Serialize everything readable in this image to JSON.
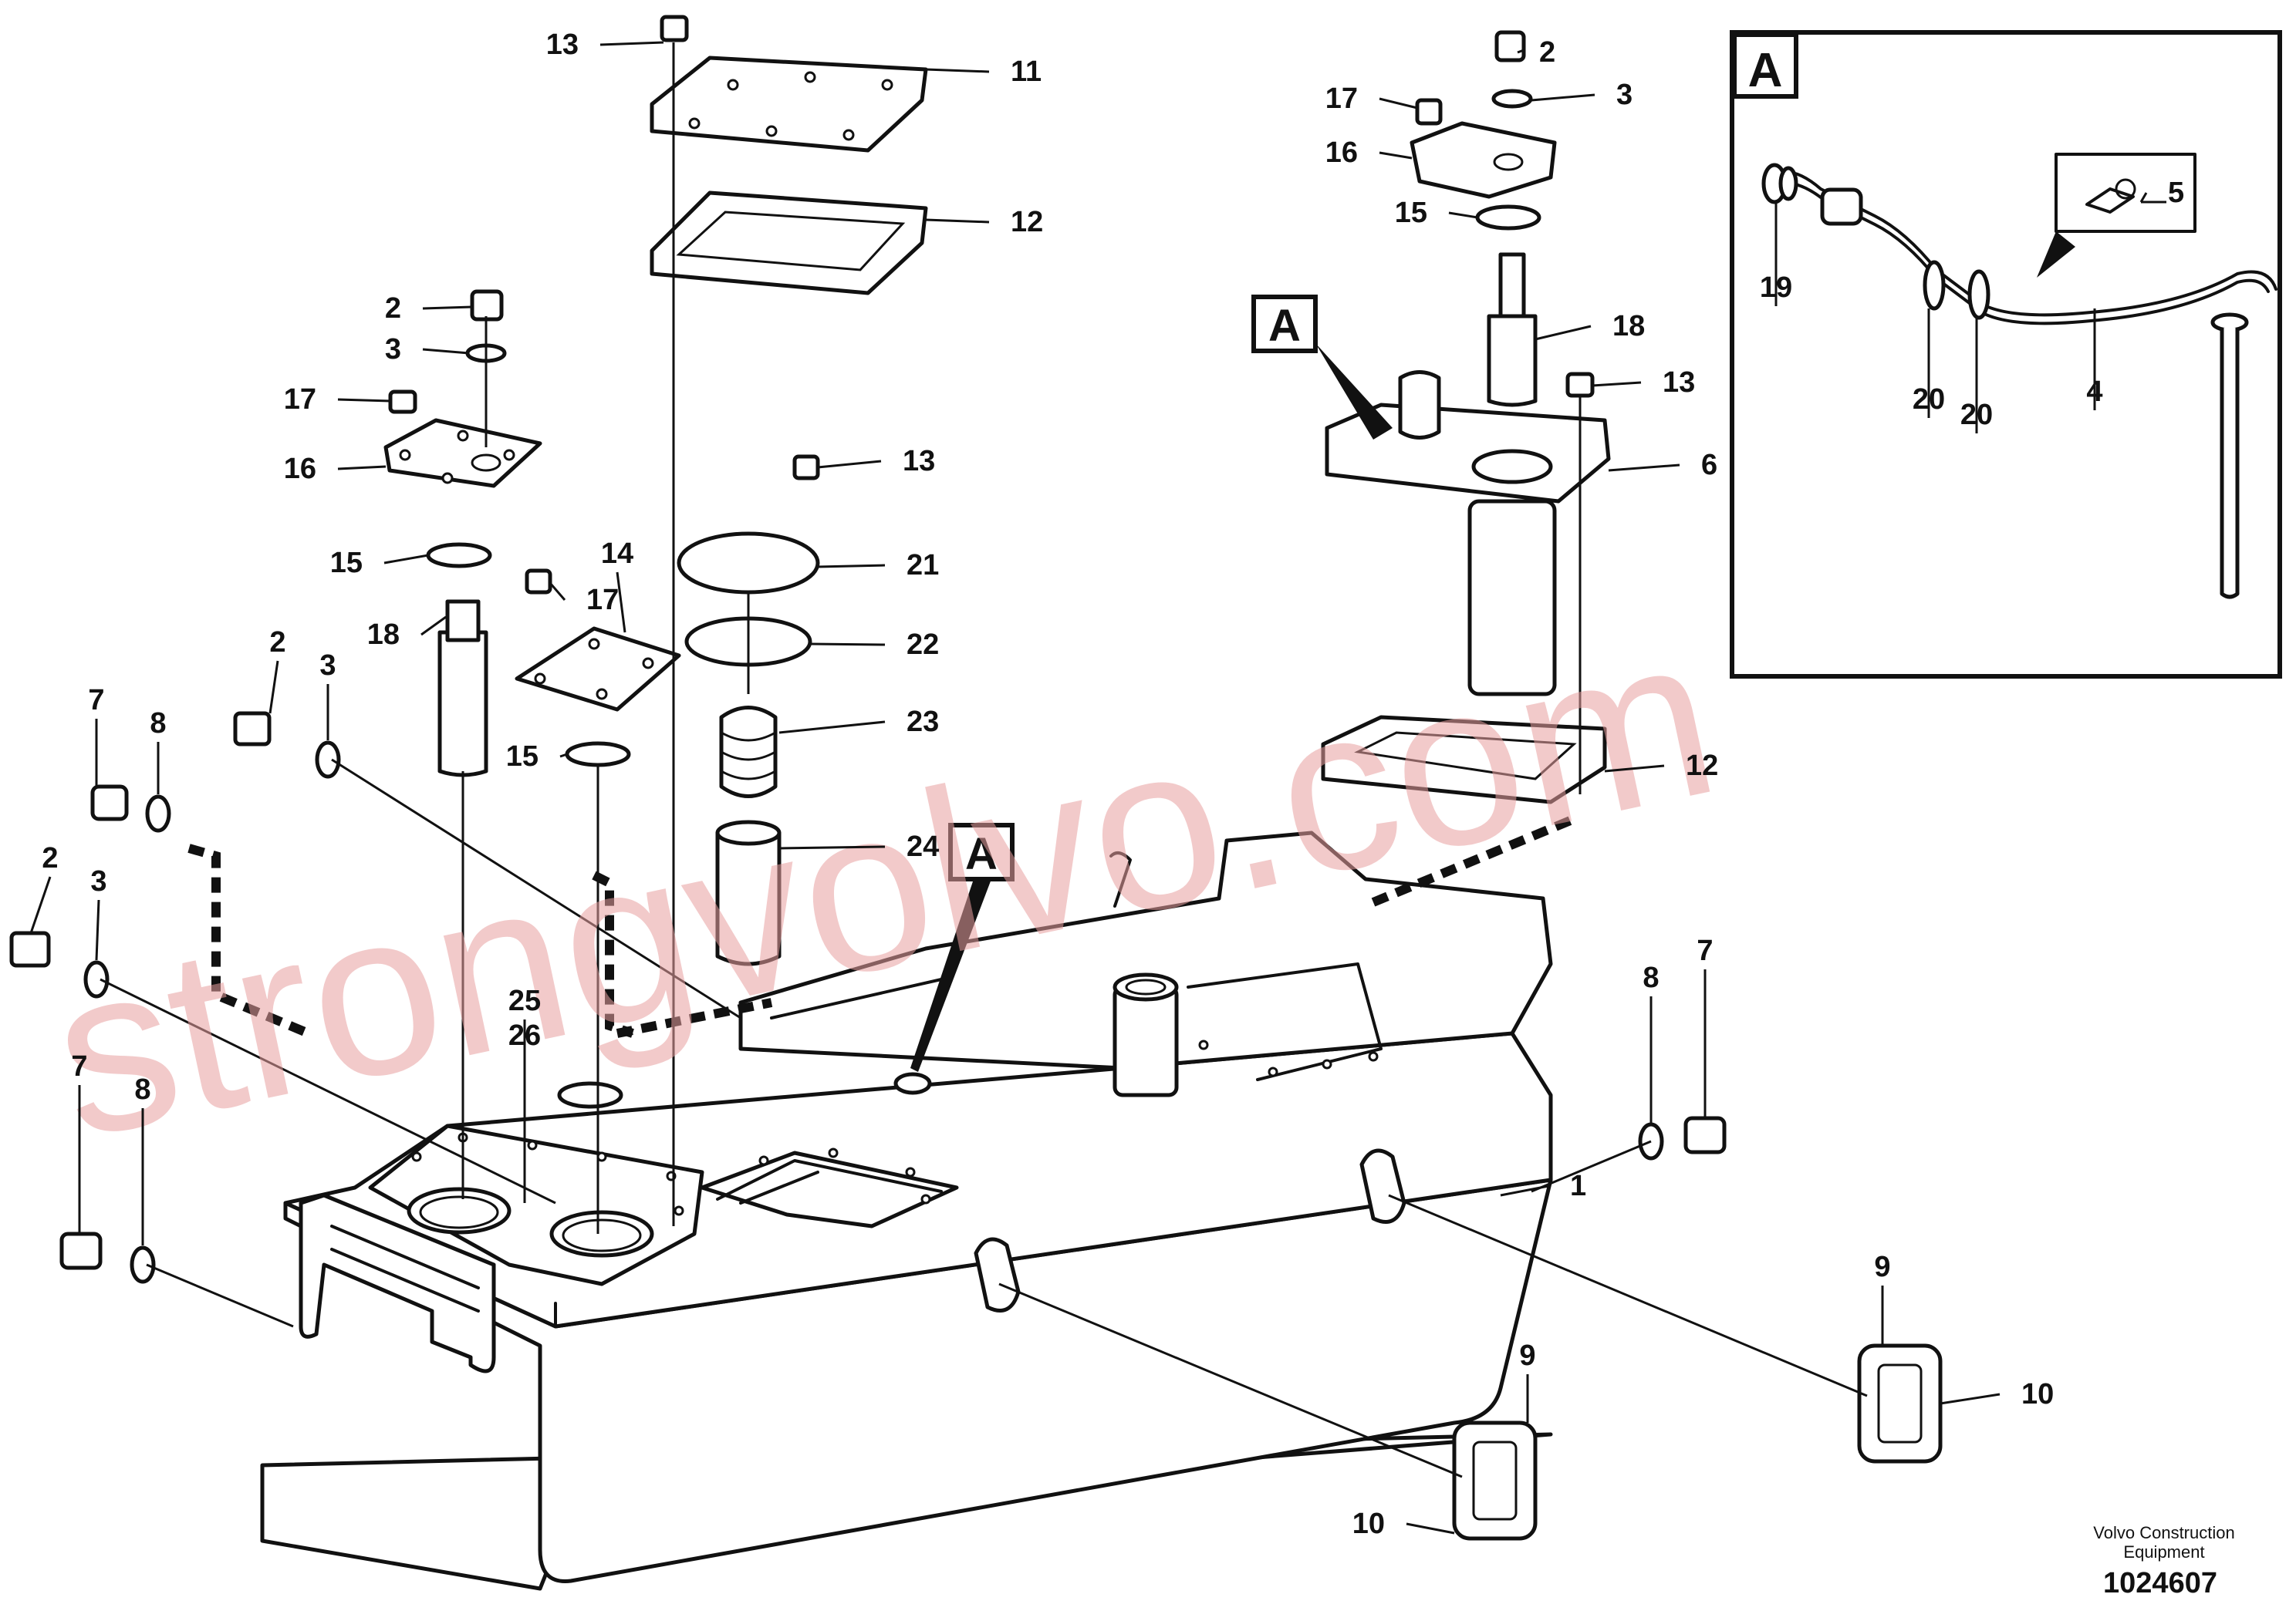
{
  "diagram": {
    "callouts": [
      {
        "id": "c13a",
        "label": "13"
      },
      {
        "id": "c11",
        "label": "11"
      },
      {
        "id": "c12a",
        "label": "12"
      },
      {
        "id": "c2a",
        "label": "2"
      },
      {
        "id": "c3a",
        "label": "3"
      },
      {
        "id": "c17a",
        "label": "17"
      },
      {
        "id": "c16a",
        "label": "16"
      },
      {
        "id": "c15a",
        "label": "15"
      },
      {
        "id": "c18a",
        "label": "18"
      },
      {
        "id": "c13b",
        "label": "13"
      },
      {
        "id": "c21",
        "label": "21"
      },
      {
        "id": "c22",
        "label": "22"
      },
      {
        "id": "c23",
        "label": "23"
      },
      {
        "id": "c24",
        "label": "24"
      },
      {
        "id": "c14",
        "label": "14"
      },
      {
        "id": "c17b",
        "label": "17"
      },
      {
        "id": "c15b",
        "label": "15"
      },
      {
        "id": "c2b",
        "label": "2"
      },
      {
        "id": "c3b",
        "label": "3"
      },
      {
        "id": "c7a",
        "label": "7"
      },
      {
        "id": "c8a",
        "label": "8"
      },
      {
        "id": "c2c",
        "label": "2"
      },
      {
        "id": "c3c",
        "label": "3"
      },
      {
        "id": "c25",
        "label": "25"
      },
      {
        "id": "c26",
        "label": "26"
      },
      {
        "id": "c7b",
        "label": "7"
      },
      {
        "id": "c8b",
        "label": "8"
      },
      {
        "id": "c2d",
        "label": "2"
      },
      {
        "id": "c3d",
        "label": "3"
      },
      {
        "id": "c17c",
        "label": "17"
      },
      {
        "id": "c16b",
        "label": "16"
      },
      {
        "id": "c15c",
        "label": "15"
      },
      {
        "id": "c18b",
        "label": "18"
      },
      {
        "id": "c13c",
        "label": "13"
      },
      {
        "id": "c6",
        "label": "6"
      },
      {
        "id": "c12b",
        "label": "12"
      },
      {
        "id": "c8c",
        "label": "8"
      },
      {
        "id": "c7c",
        "label": "7"
      },
      {
        "id": "c1",
        "label": "1"
      },
      {
        "id": "c9a",
        "label": "9"
      },
      {
        "id": "c10a",
        "label": "10"
      },
      {
        "id": "c9b",
        "label": "9"
      },
      {
        "id": "c10b",
        "label": "10"
      },
      {
        "id": "c19",
        "label": "19"
      },
      {
        "id": "c20a",
        "label": "20"
      },
      {
        "id": "c20b",
        "label": "20"
      },
      {
        "id": "c4",
        "label": "4"
      },
      {
        "id": "c5",
        "label": "5"
      }
    ],
    "view_markers": [
      {
        "id": "markerTop",
        "label": "A"
      },
      {
        "id": "markerTank",
        "label": "A"
      },
      {
        "id": "markerDetail",
        "label": "A"
      }
    ],
    "footer": {
      "company_line1": "Volvo Construction",
      "company_line2": "Equipment",
      "drawing_number": "1024607"
    },
    "watermark": "strongvolvo.com"
  }
}
